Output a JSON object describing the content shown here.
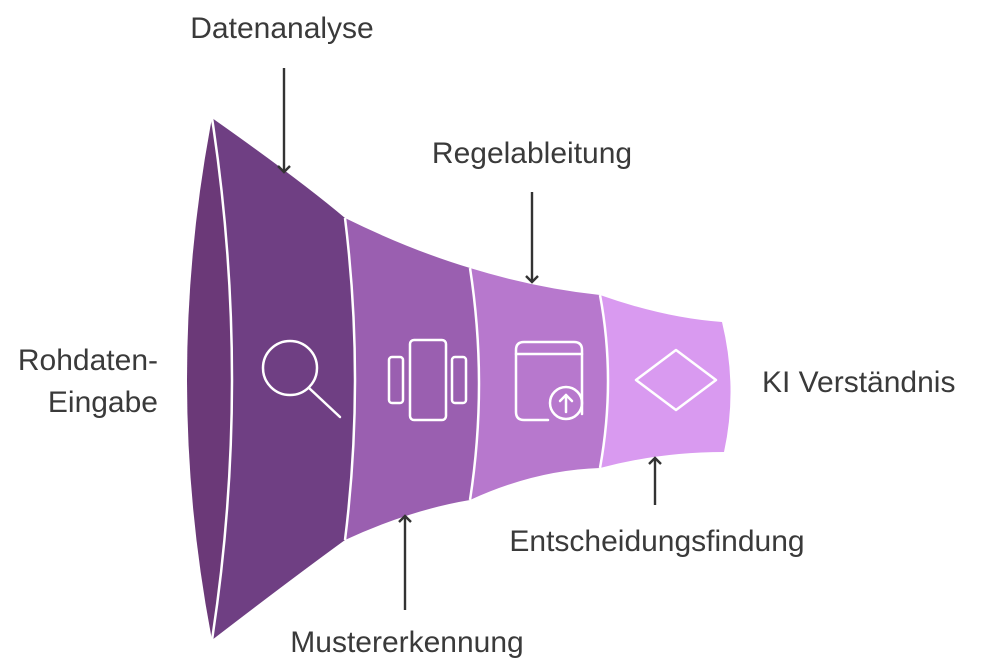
{
  "diagram": {
    "labels": {
      "rohdaten_line1": "Rohdaten-",
      "rohdaten_line2": "Eingabe",
      "datenanalyse": "Datenanalyse",
      "mustererkennung": "Mustererkennung",
      "regelableitung": "Regelableitung",
      "entscheidungsfindung": "Entscheidungsfindung",
      "ki_verstaendnis": "KI Verständnis"
    },
    "stage_icons": [
      "search-icon",
      "pattern-icon",
      "document-upload-icon",
      "diamond-icon"
    ],
    "colors": {
      "stage1_mouth": "#6b3978",
      "stage1": "#6f3f83",
      "stage2": "#9a5fb0",
      "stage3": "#b778cd",
      "stage4": "#d99af0",
      "separator": "#ffffff",
      "label_text": "#3a3a3a",
      "arrow": "#333333"
    }
  }
}
